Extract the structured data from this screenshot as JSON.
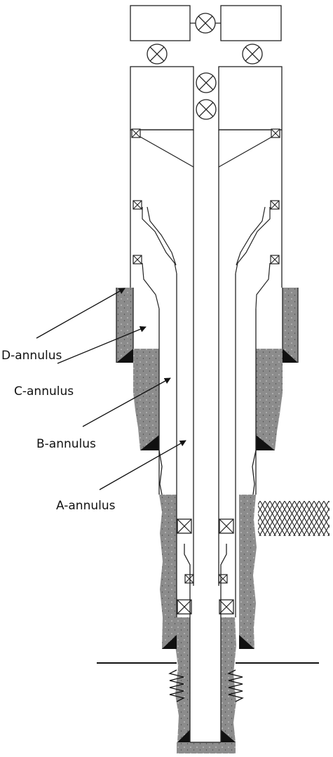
{
  "labels": {
    "d_annulus": "D-annulus",
    "c_annulus": "C-annulus",
    "b_annulus": "B-annulus",
    "a_annulus": "A-annulus"
  },
  "colors": {
    "cement": "#8c8c8c",
    "line": "#1a1a1a",
    "background": "#ffffff"
  },
  "icons": {
    "valve": "circle-x-valve-icon",
    "seal": "box-x-seal-icon",
    "formation": "crosshatch-formation-icon",
    "perforation": "zigzag-perforation-icon"
  }
}
